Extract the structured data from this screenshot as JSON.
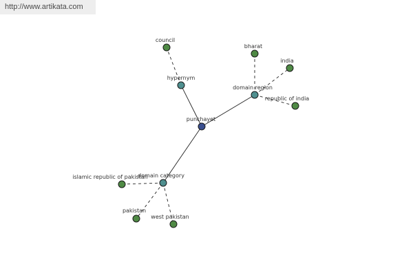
{
  "watermark": "http://www.artikata.com",
  "colors": {
    "center": "#3a4f8f",
    "category": "#4f8f8f",
    "leaf": "#4f8a45"
  },
  "nodes": {
    "center": "punchayet",
    "hypernym": "hypernym",
    "domain_region": "domain region",
    "domain_category": "domain category",
    "council": "council",
    "bharat": "bharat",
    "india": "india",
    "republic_of_india": "republic of india",
    "islamic_republic_of_pakistan": "islamic republic of pakistan",
    "pakistan": "pakistan",
    "west_pakistan": "west pakistan"
  }
}
